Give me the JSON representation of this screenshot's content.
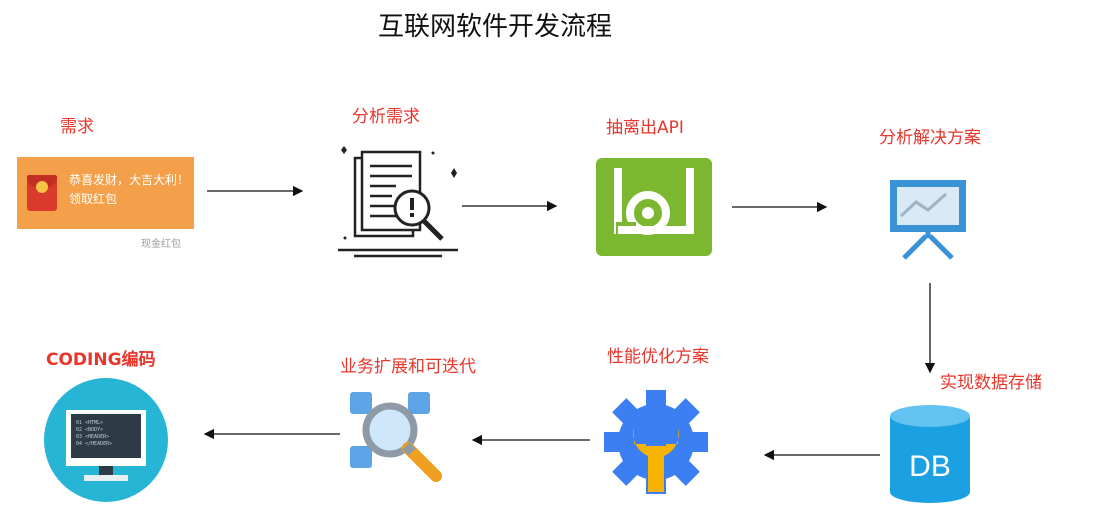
{
  "title": "互联网软件开发流程",
  "steps": {
    "requirement": "需求",
    "analyze": "分析需求",
    "api": "抽离出API",
    "solution": "分析解决方案",
    "storage": "实现数据存储",
    "optimize": "性能优化方案",
    "extend": "业务扩展和可迭代",
    "coding": "CODING编码"
  },
  "red_packet": {
    "line1": "恭喜发财，大吉大利！",
    "line2": "领取红包",
    "caption": "现金红包"
  },
  "db_icon_text": "DB",
  "monitor_code": {
    "line1": "01 <HTML>",
    "line2": "02   <BODY>",
    "line3": "03   <HEADER>",
    "line4": "04   </HEADER>"
  },
  "colors": {
    "label": "#e8362c",
    "api_green": "#7cb82f",
    "db_blue": "#1ba0e1",
    "gear_blue": "#3b7ff2",
    "monitor_bg": "#27b5d6",
    "packet_orange": "#f4a04a"
  }
}
